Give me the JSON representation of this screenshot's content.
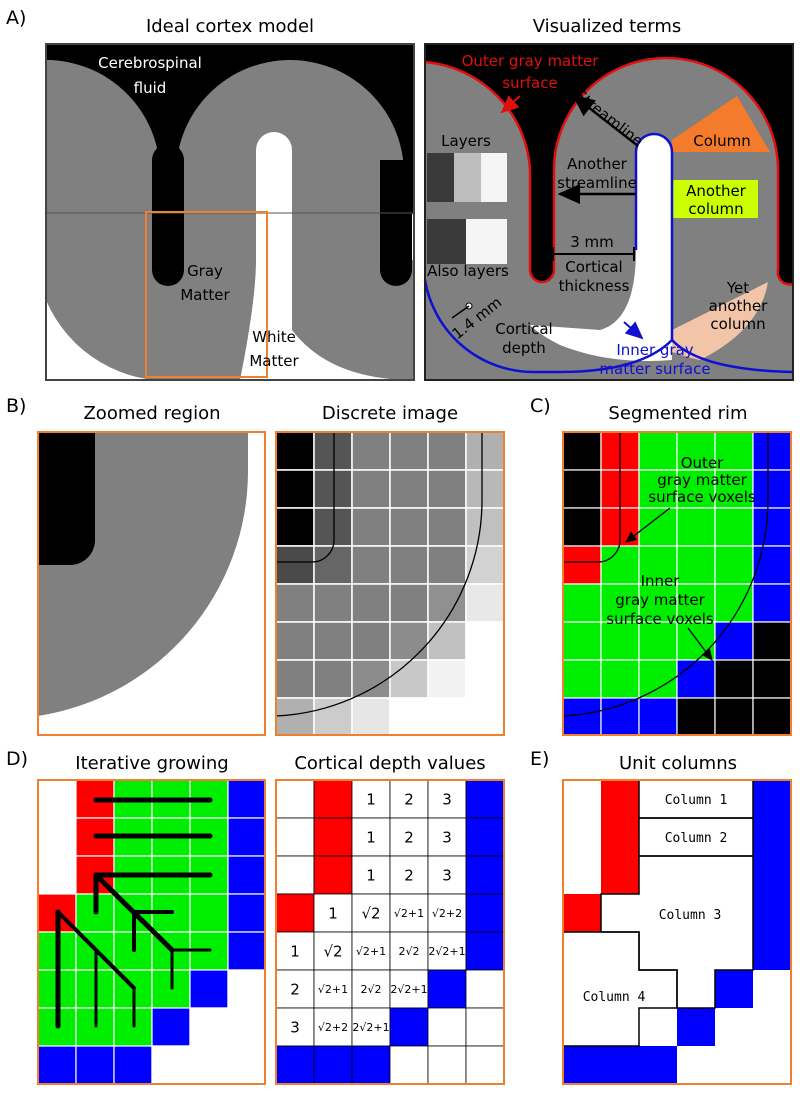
{
  "panels": {
    "a": {
      "letter": "A)",
      "left_title": "Ideal cortex model",
      "right_title": "Visualized terms",
      "csf": [
        "Cerebrospinal",
        "fluid"
      ],
      "gray": [
        "Gray",
        "Matter"
      ],
      "white": [
        "White",
        "Matter"
      ],
      "outer": [
        "Outer gray matter",
        "surface"
      ],
      "inner": [
        "Inner gray",
        "matter surface"
      ],
      "streamline": "Streamline",
      "another_streamline": [
        "Another",
        "streamline"
      ],
      "column": "Column",
      "another_column": [
        "Another",
        "column"
      ],
      "yet_another_column": [
        "Yet",
        "another",
        "column"
      ],
      "layers": "Layers",
      "also_layers": "Also layers",
      "thickness_value": "3 mm",
      "thickness_label": [
        "Cortical",
        "thickness"
      ],
      "radius_value": "1.4 mm",
      "depth_label": [
        "Cortical",
        "depth"
      ]
    },
    "b": {
      "letter": "B)",
      "left_title": "Zoomed region",
      "right_title": "Discrete image"
    },
    "c": {
      "letter": "C)",
      "title": "Segmented rim",
      "outer_label": [
        "Outer",
        "gray matter",
        "surface voxels"
      ],
      "inner_label": [
        "Inner",
        "gray matter",
        "surface voxels"
      ]
    },
    "d": {
      "letter": "D)",
      "left_title": "Iterative growing",
      "right_title": "Cortical depth values"
    },
    "e": {
      "letter": "E)",
      "title": "Unit columns",
      "columns": [
        "Column 1",
        "Column 2",
        "Column 3",
        "Column 4"
      ]
    }
  },
  "colors": {
    "gray_matter": "#808080",
    "csf": "#000000",
    "white_matter": "#ffffff",
    "outer_surface": "#e01010",
    "inner_surface": "#1010d0",
    "frame": "#f08030",
    "green": "#00ee00",
    "red": "#ff0000",
    "blue": "#0000ff",
    "column_orange": "#f47a2c",
    "column_yellow": "#ccff00",
    "column_peach": "#f2c5a8"
  },
  "depth_grid": [
    [
      "",
      "",
      "1",
      "2",
      "3",
      ""
    ],
    [
      "",
      "",
      "1",
      "2",
      "3",
      ""
    ],
    [
      "",
      "",
      "1",
      "2",
      "3",
      ""
    ],
    [
      "",
      "1",
      "√2",
      "√2+1",
      "√2+2",
      ""
    ],
    [
      "1",
      "√2",
      "√2+1",
      "2√2",
      "2√2+1",
      ""
    ],
    [
      "2",
      "√2+1",
      "2√2",
      "2√2+1",
      "",
      ""
    ],
    [
      "3",
      "√2+2",
      "2√2+1",
      "",
      "",
      ""
    ],
    [
      "",
      "",
      "",
      "",
      "",
      ""
    ]
  ]
}
